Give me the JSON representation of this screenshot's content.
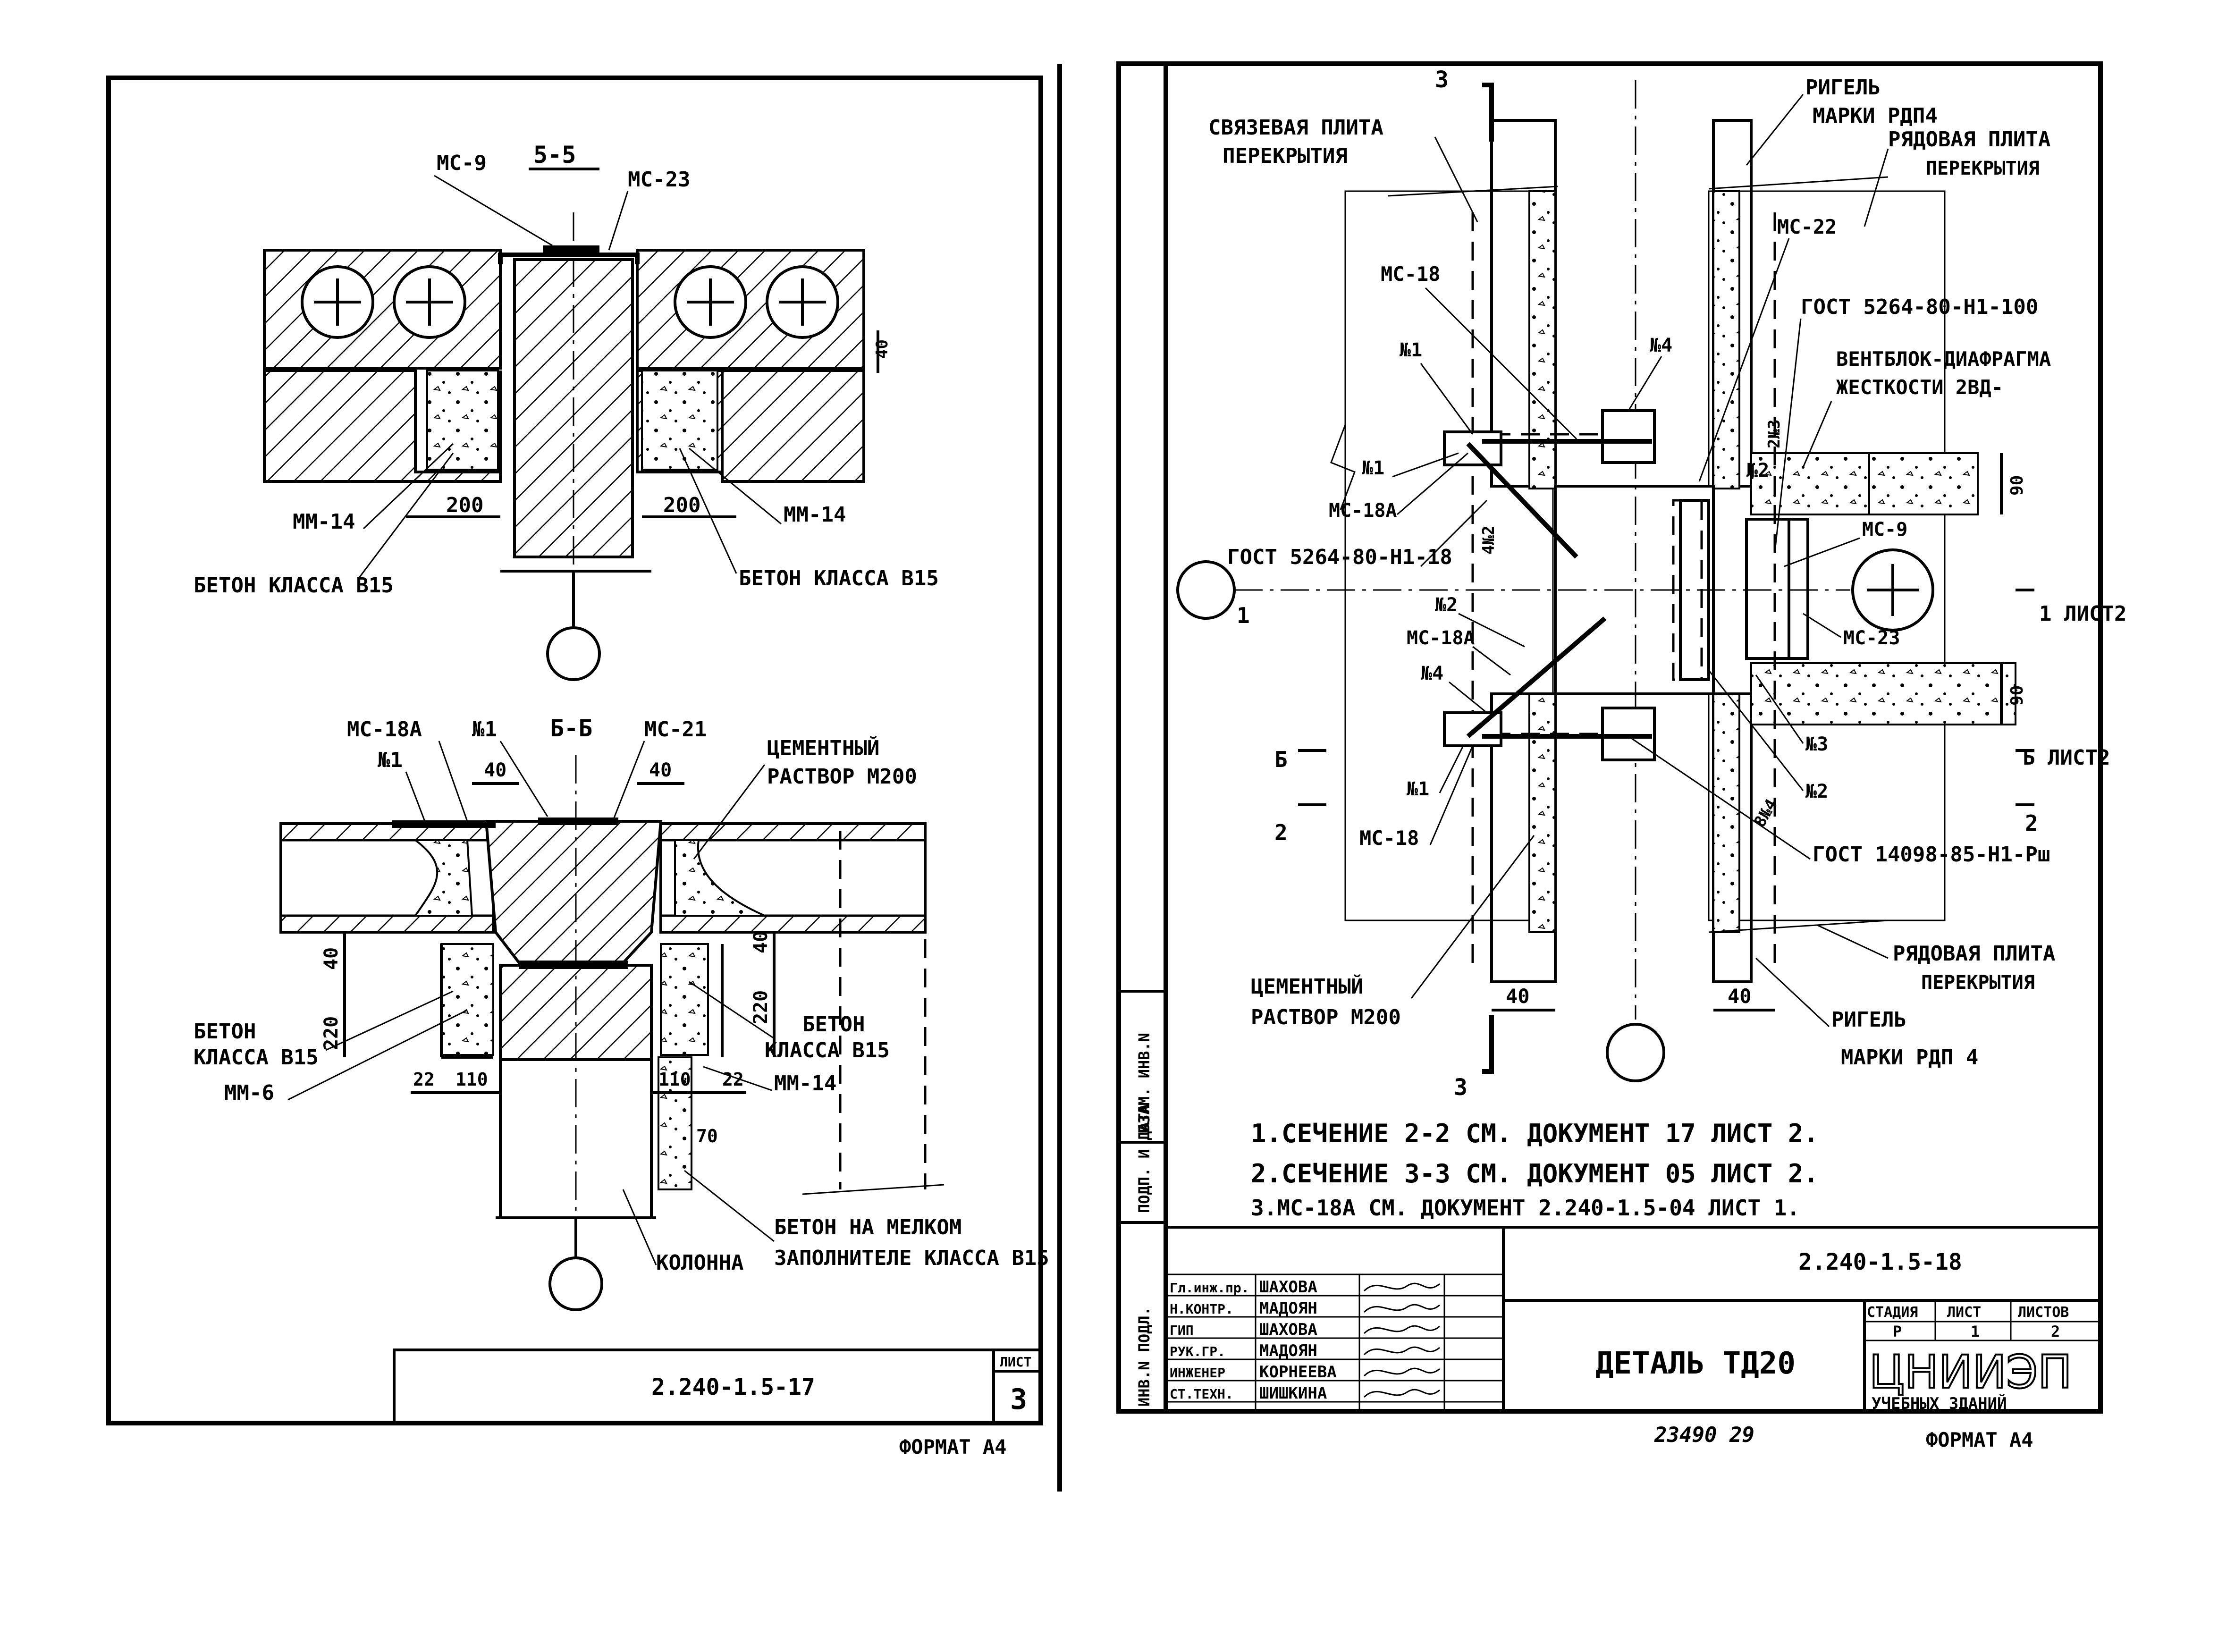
{
  "left_sheet": {
    "section_5": {
      "title": "5-5",
      "labels": {
        "ms9": "МС-9",
        "ms23": "МС-23",
        "mm14_left": "ММ-14",
        "mm14_right": "ММ-14",
        "dim_200_left": "200",
        "dim_200_right": "200",
        "dim_40": "40",
        "concrete_left": "БЕТОН КЛАССА В15",
        "concrete_right": "БЕТОН КЛАССА В15"
      }
    },
    "section_6": {
      "title": "Б-Б",
      "labels": {
        "ms18a": "МС-18А",
        "n1_top": "№1",
        "n1_left": "№1",
        "ms21": "МС-21",
        "dim_40_a": "40",
        "dim_40_b": "40",
        "cement_1": "ЦЕМЕНТНЫЙ",
        "cement_2": "РАСТВОР М200",
        "dim_220_left": "220",
        "dim_40_left": "40",
        "dim_220_right": "220",
        "dim_40_right": "40",
        "concrete_left_1": "БЕТОН",
        "concrete_left_2": "КЛАССА В15",
        "concrete_right_1": "БЕТОН",
        "concrete_right_2": "КЛАССА В15",
        "mm6": "ММ-6",
        "dim_22_left": "22",
        "dim_110_left": "110",
        "dim_110_right": "110",
        "dim_22_right": "22",
        "mm14": "ММ-14",
        "dim_70": "70",
        "fine_1": "БЕТОН НА МЕЛКОМ",
        "fine_2": "ЗАПОЛНИТЕЛЕ КЛАССА В15",
        "column": "КОЛОННА"
      }
    },
    "stamp": {
      "code": "2.240-1.5-17",
      "sheet_label": "ЛИСТ",
      "sheet_no": "3"
    },
    "format": "ФОРМАТ А4"
  },
  "right_sheet": {
    "labels": {
      "cut3_top": "3",
      "cut3_bottom": "3",
      "rigel_top_1": "РИГЕЛЬ",
      "rigel_top_2": "МАРКИ РДП4",
      "tie_slab_1": "СВЯЗЕВАЯ ПЛИТА",
      "tie_slab_2": "ПЕРЕКРЫТИЯ",
      "row_slab_top_1": "РЯДОВАЯ ПЛИТА",
      "row_slab_top_2": "ПЕРЕКРЫТИЯ",
      "ms22": "МС-22",
      "ms18_top": "МС-18",
      "gost_5264_h1_100": "ГОСТ 5264-80-Н1-100",
      "n4_a": "№4",
      "vent_1": "ВЕНТБЛОК-ДИАФРАГМА",
      "vent_2": "ЖЕСТКОСТИ 2ВД-",
      "n1_a": "№1",
      "n1_b": "№1",
      "ms18a_a": "МС-18А",
      "n2_a": "№2",
      "weld_2n3": "2№3",
      "gost_5264_h1_18": "ГОСТ 5264-80-Н1-18",
      "weld_4n2": "4№2",
      "ms9": "МС-9",
      "ms23": "МС-23",
      "dim_90_top": "90",
      "dim_90_bottom": "90",
      "cut_1": "1",
      "cut_1_right": "1 ЛИСТ2",
      "n2_b": "№2",
      "ms18a_b": "МС-18А",
      "n4_b": "№4",
      "n3": "№3",
      "n2_c": "№2",
      "cut_b_left": "Б",
      "cut_b_right": "Б ЛИСТ2",
      "n1_c": "№1",
      "ms18_bottom": "МС-18",
      "cut_2_left": "2",
      "cut_2_right": "2",
      "weld_8n4": "8№4",
      "gost_14098": "ГОСТ 14098-85-Н1-Рш",
      "row_slab_bottom_1": "РЯДОВАЯ ПЛИТА",
      "row_slab_bottom_2": "ПЕРЕКРЫТИЯ",
      "cement_1": "ЦЕМЕНТНЫЙ",
      "cement_2": "РАСТВОР М200",
      "dim_40_left": "40",
      "dim_40_right": "40",
      "rigel_bottom_1": "РИГЕЛЬ",
      "rigel_bottom_2": "МАРКИ РДП 4"
    },
    "notes": [
      "1.СЕЧЕНИЕ  2-2 СМ. ДОКУМЕНТ 17 ЛИСТ 2.",
      "2.СЕЧЕНИЕ  3-3 СМ. ДОКУМЕНТ 05 ЛИСТ 2.",
      "3.МС-18А СМ. ДОКУМЕНТ 2.240-1.5-04 ЛИСТ 1."
    ],
    "side_strip": [
      "ИНВ.N ПОДЛ.",
      "ПОДП. И ДАТА",
      "ВЗАМ. ИНВ.N"
    ],
    "title_block": {
      "code": "2.240-1.5-18",
      "roles": [
        "Гл.инж.пр.",
        "Н.КОНТР.",
        "ГИП",
        "РУК.ГР.",
        "ИНЖЕНЕР",
        "СТ.ТЕХН."
      ],
      "names": [
        "ШАХОВА",
        "МАДОЯН",
        "ШАХОВА",
        "МАДОЯН",
        "КОРНЕЕВА",
        "ШИШКИНА"
      ],
      "title": "ДЕТАЛЬ ТД20",
      "stage_header": "СТАДИЯ",
      "sheet_header": "ЛИСТ",
      "sheets_header": "ЛИСТОВ",
      "stage": "Р",
      "sheet": "1",
      "sheets": "2",
      "org_1": "ЦНИИЭП",
      "org_2": "УЧЕБНЫХ ЗДАНИЙ"
    },
    "bottom_left": "23490  29",
    "format": "ФОРМАТ А4"
  }
}
